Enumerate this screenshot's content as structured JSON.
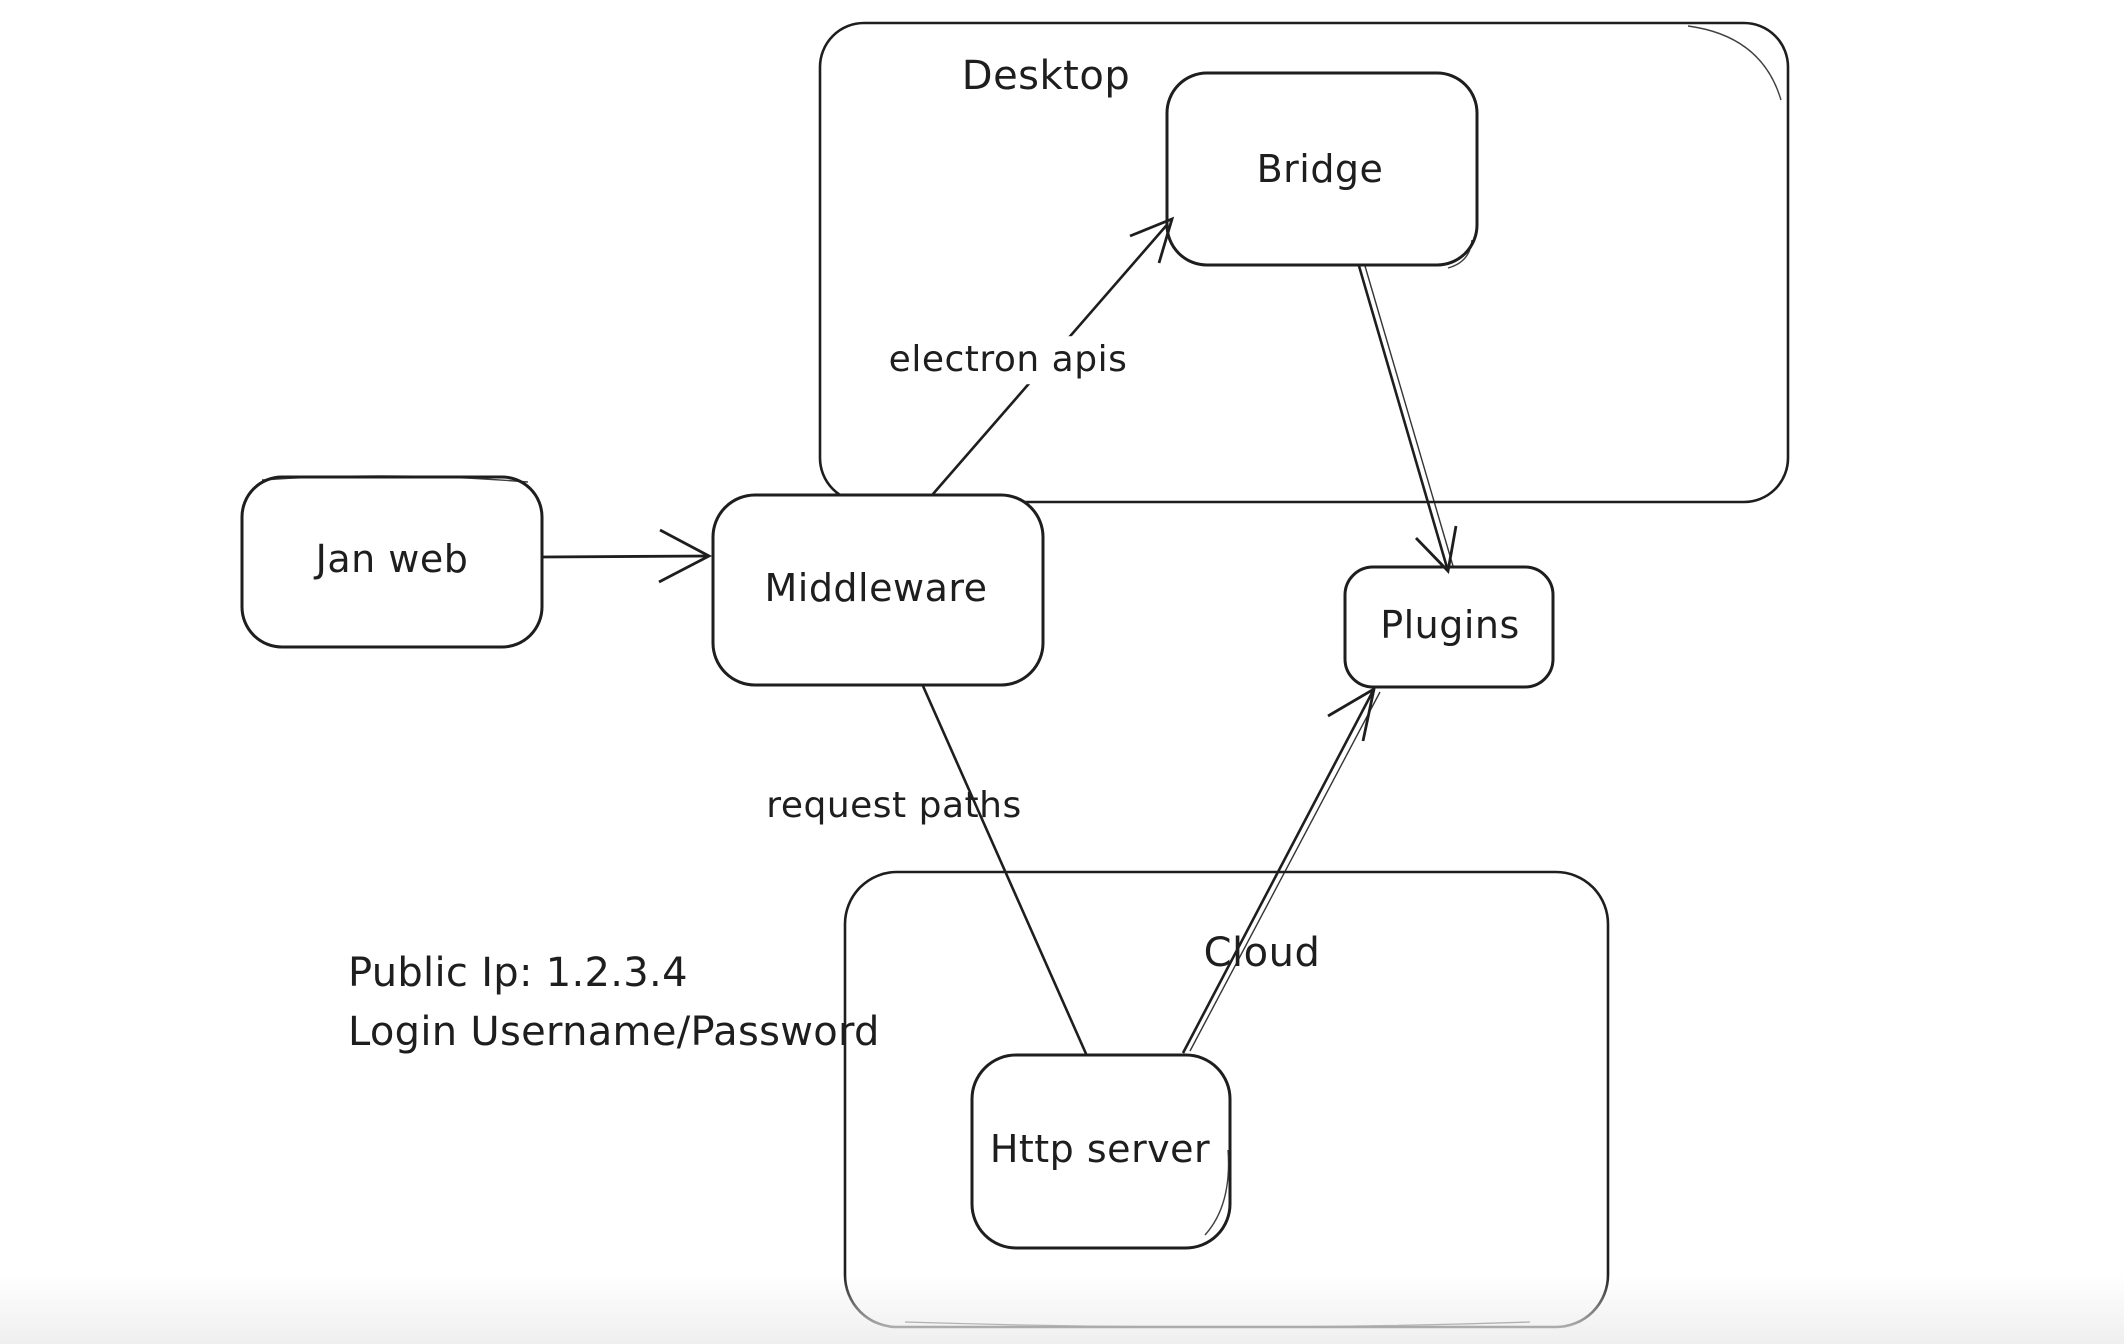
{
  "containers": {
    "desktop": {
      "label": "Desktop"
    },
    "cloud": {
      "label": "Cloud"
    }
  },
  "nodes": {
    "jan_web": {
      "label": "Jan web"
    },
    "middleware": {
      "label": "Middleware"
    },
    "bridge": {
      "label": "Bridge"
    },
    "plugins": {
      "label": "Plugins"
    },
    "http_server": {
      "label": "Http server"
    }
  },
  "edges": [
    {
      "from": "Jan web",
      "to": "Middleware",
      "label": "",
      "arrowhead": "end"
    },
    {
      "from": "Middleware",
      "to": "Bridge",
      "label": "electron apis",
      "arrowhead": "end"
    },
    {
      "from": "Bridge",
      "to": "Plugins",
      "label": "",
      "arrowhead": "end"
    },
    {
      "from": "Middleware",
      "to": "Http server",
      "label": "request paths",
      "arrowhead": "none"
    },
    {
      "from": "Http server",
      "to": "Plugins",
      "label": "",
      "arrowhead": "end"
    }
  ],
  "annotations": {
    "public_ip": "Public Ip: 1.2.3.4",
    "login": "Login Username/Password"
  },
  "colors": {
    "stroke": "#1e1e1e",
    "background": "#ffffff"
  }
}
